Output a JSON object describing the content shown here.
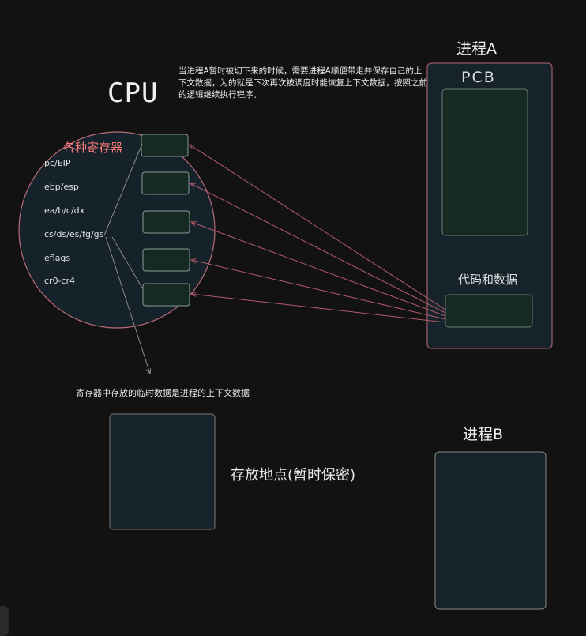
{
  "cpu": {
    "title": "CPU",
    "registers_title": "各种寄存器",
    "registers": [
      "pc/EIP",
      "ebp/esp",
      "ea/b/c/dx",
      "cs/ds/es/fg/gs",
      "eflags",
      "cr0-cr4"
    ]
  },
  "note": "当进程A暂时被切下来的时候，需要进程A顺便带走并保存自己的上下文数据，为的就是下次再次被调度时能恢复上下文数据，按照之前的逻辑继续执行程序。",
  "process_a": {
    "title": "进程A",
    "pcb_label": "PCB",
    "code_label": "代码和数据"
  },
  "register_note": "寄存器中存放的临时数据是进程的上下文数据",
  "storage_label": "存放地点(暂时保密)",
  "process_b": {
    "title": "进程B"
  },
  "colors": {
    "background": "#121212",
    "box_fill": "#17232b",
    "green_fill": "#142a22",
    "arrow": "#b45a6a",
    "circle_stroke": "#b86a78",
    "register_title": "#ff7b7b"
  }
}
